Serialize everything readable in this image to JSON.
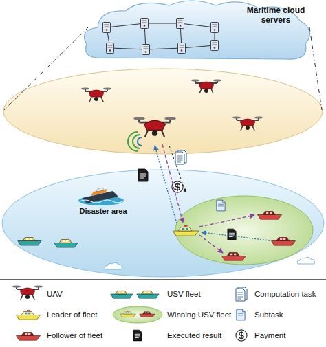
{
  "diagram": {
    "nodes": [
      {
        "text": [
          "Maritime cloud servers"
        ]
      }
    ],
    "labels": [
      "Disaster area"
    ],
    "legend": [
      {
        "text": "UAV"
      },
      {
        "text": "USV fleet"
      },
      {
        "text": "Computation task"
      },
      {
        "text": "Leader of fleet"
      },
      {
        "text": "Winning USV fleet"
      },
      {
        "text": "Subtask"
      },
      {
        "text": "Follower of fleet"
      },
      {
        "text": "Executed result"
      },
      {
        "text": "Payment"
      }
    ]
  }
}
